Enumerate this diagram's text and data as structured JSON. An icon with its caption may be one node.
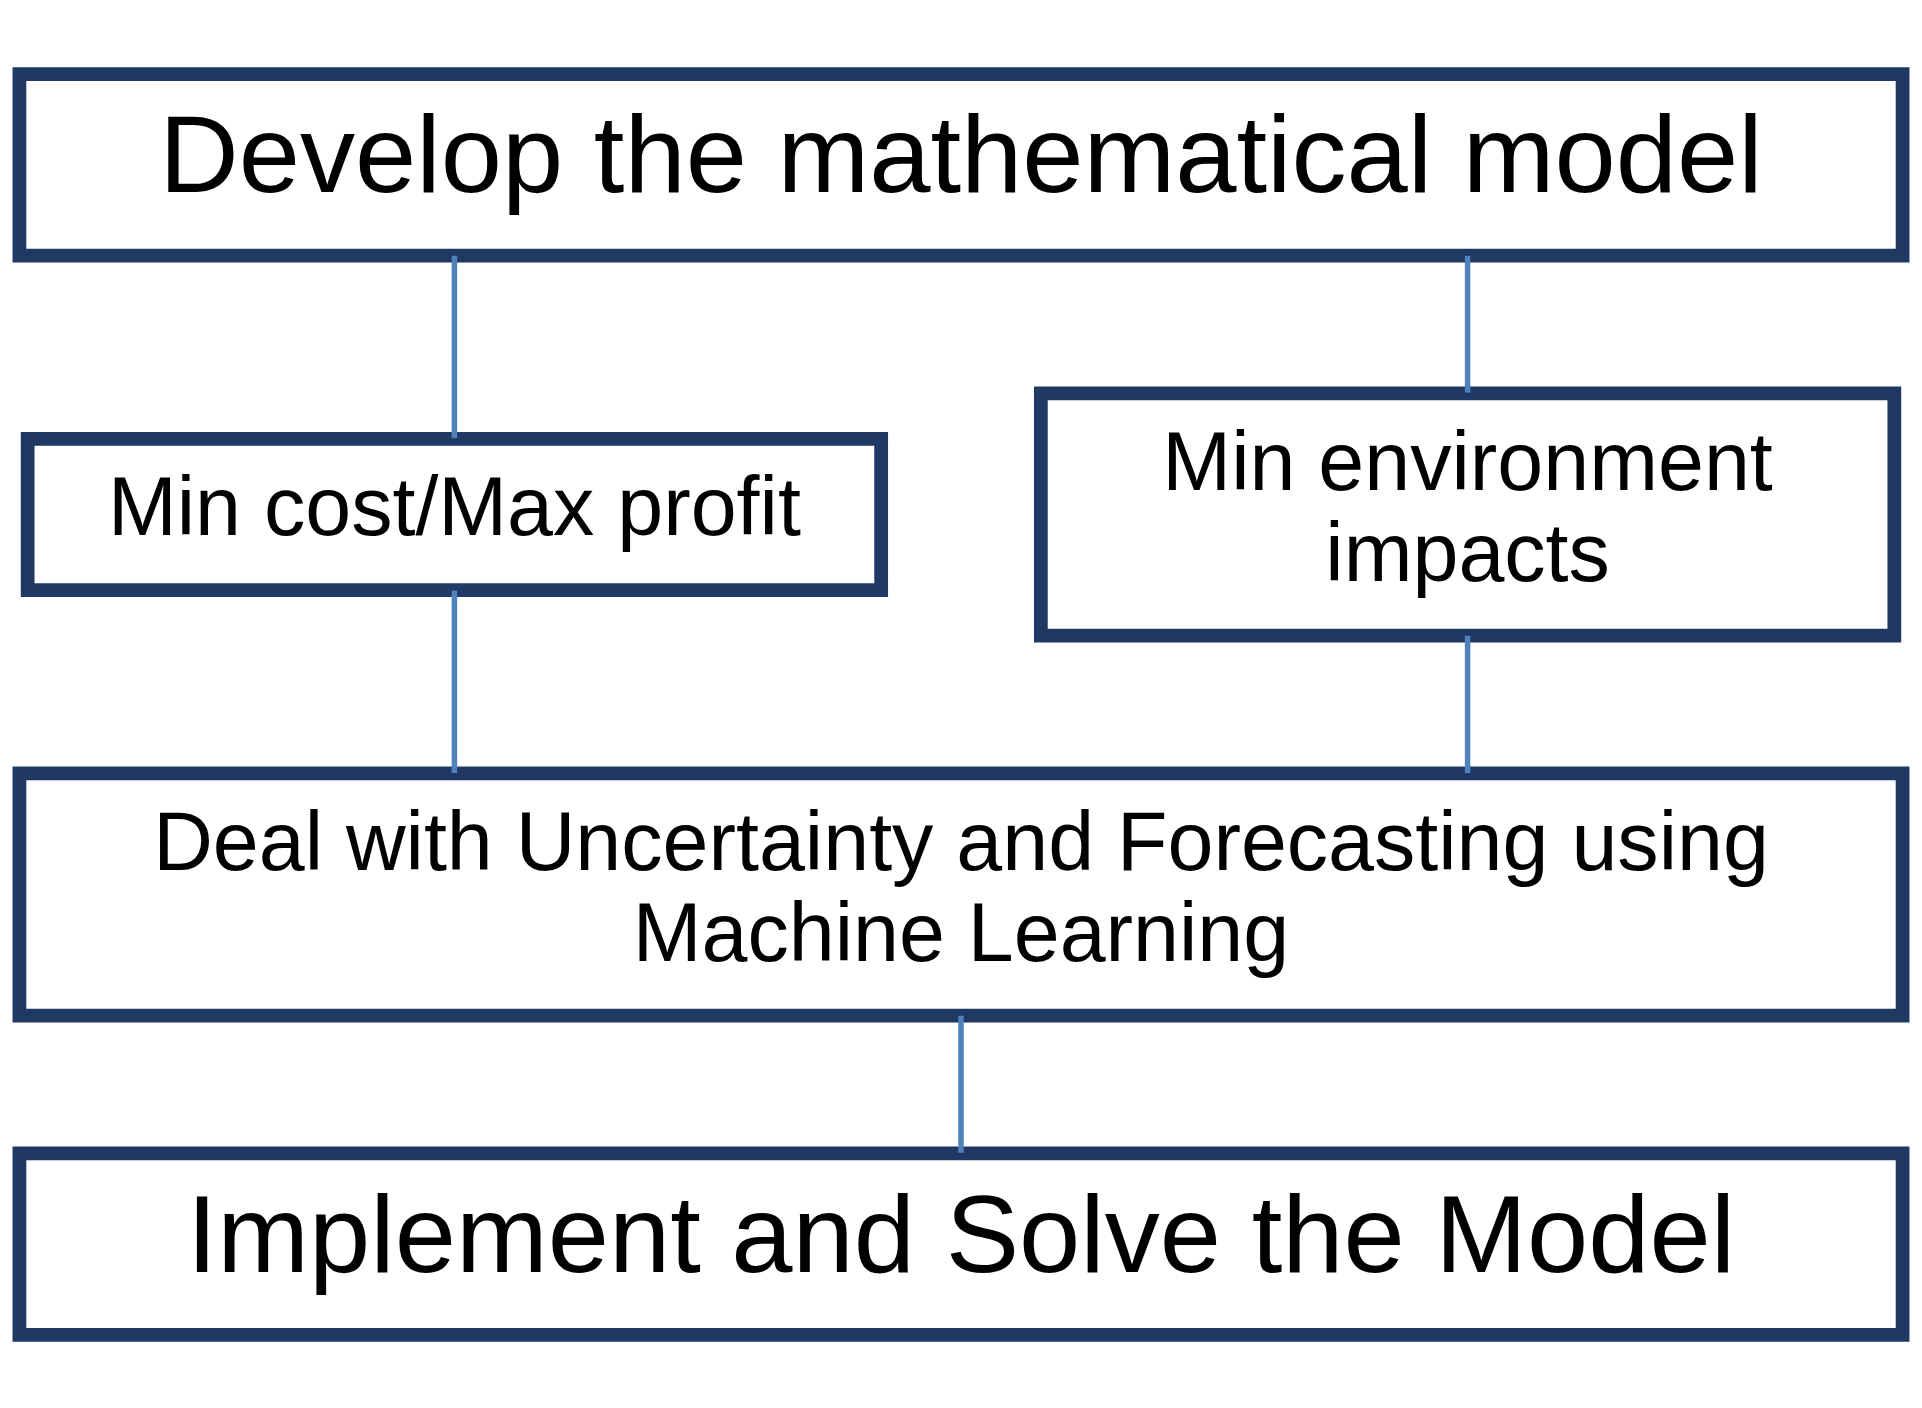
{
  "diagram": {
    "nodes": [
      {
        "text": [
          "Develop the mathematical model"
        ]
      },
      {
        "text": [
          "Min cost/Max profit"
        ]
      },
      {
        "text": [
          "Min environment impacts"
        ]
      },
      {
        "text": [
          "Deal with Uncertainty and Forecasting using Machine Learning"
        ]
      },
      {
        "text": [
          "Implement and Solve the Model"
        ]
      }
    ],
    "edges": [
      {
        "from": 0,
        "to": 1,
        "arrow": "none"
      },
      {
        "from": 0,
        "to": 2,
        "arrow": "none"
      },
      {
        "from": 1,
        "to": 3,
        "arrow": "none"
      },
      {
        "from": 2,
        "to": 3,
        "arrow": "none"
      },
      {
        "from": 3,
        "to": 4,
        "arrow": "none"
      }
    ]
  }
}
